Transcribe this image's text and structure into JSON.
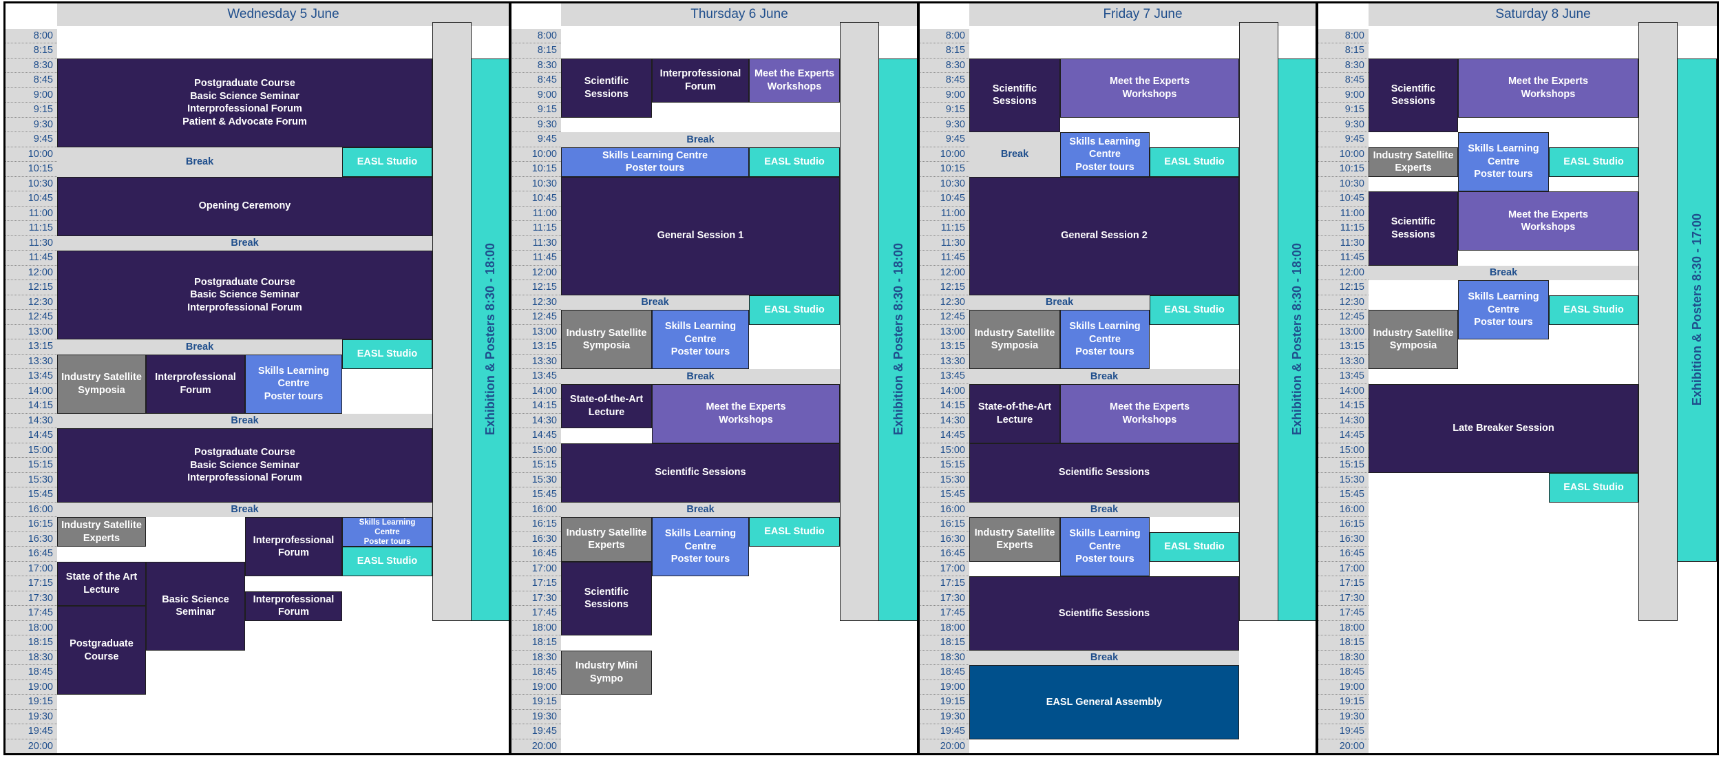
{
  "colors": {
    "dark_purple": "#311f57",
    "lavender": "#6e5fb5",
    "blue": "#5b7fe0",
    "teal": "#3ad9cd",
    "grey": "#7f7f7f",
    "light_grey": "#d9d9d9",
    "navy": "#00508c",
    "break_text": "#1f4e8c"
  },
  "time_labels": [
    "8:00",
    "8:15",
    "8:30",
    "8:45",
    "9:00",
    "9:15",
    "9:30",
    "9:45",
    "10:00",
    "10:15",
    "10:30",
    "10:45",
    "11:00",
    "11:15",
    "11:30",
    "11:45",
    "12:00",
    "12:15",
    "12:30",
    "12:45",
    "13:00",
    "13:15",
    "13:30",
    "13:45",
    "14:00",
    "14:15",
    "14:30",
    "14:45",
    "15:00",
    "15:15",
    "15:30",
    "15:45",
    "16:00",
    "16:15",
    "16:30",
    "16:45",
    "17:00",
    "17:15",
    "17:30",
    "17:45",
    "18:00",
    "18:15",
    "18:30",
    "18:45",
    "19:00",
    "19:15",
    "19:30",
    "19:45",
    "20:00"
  ],
  "days": [
    {
      "name": "Wednesday 5 June",
      "exhibition": "Exhibition & Posters 8:30 - 18:00",
      "events": [
        {
          "label": "Postgraduate Course\nBasic Science Seminar\nInterprofessional Forum\nPatient & Advocate Forum",
          "start": "8:30",
          "end": "10:00",
          "lane": 0,
          "span": 4,
          "type": "dark"
        },
        {
          "label": "Break",
          "start": "10:00",
          "end": "10:30",
          "lane": 0,
          "span": 3,
          "type": "break"
        },
        {
          "label": "EASL Studio",
          "start": "10:00",
          "end": "10:30",
          "lane": 3,
          "span": 1,
          "type": "teal"
        },
        {
          "label": "Opening Ceremony",
          "start": "10:30",
          "end": "11:30",
          "lane": 0,
          "span": 4,
          "type": "dark"
        },
        {
          "label": "Break",
          "start": "11:30",
          "end": "11:45",
          "lane": 0,
          "span": 4,
          "type": "break"
        },
        {
          "label": "Postgraduate Course\nBasic Science Seminar\nInterprofessional Forum",
          "start": "11:45",
          "end": "13:15",
          "lane": 0,
          "span": 4,
          "type": "dark"
        },
        {
          "label": "Break",
          "start": "13:15",
          "end": "13:30",
          "lane": 0,
          "span": 3,
          "type": "break"
        },
        {
          "label": "EASL Studio",
          "start": "13:15",
          "end": "13:45",
          "lane": 3,
          "span": 1,
          "type": "teal"
        },
        {
          "label": "Industry Satellite\nSymposia",
          "start": "13:30",
          "end": "14:30",
          "lane": 0,
          "span": 1,
          "type": "grey"
        },
        {
          "label": "Interprofessional\nForum",
          "start": "13:30",
          "end": "14:30",
          "lane": 1,
          "span": 1,
          "type": "dark"
        },
        {
          "label": "Skills Learning\nCentre\nPoster tours",
          "start": "13:30",
          "end": "14:30",
          "lane": 2,
          "span": 1,
          "type": "blue"
        },
        {
          "label": "Break",
          "start": "14:30",
          "end": "14:45",
          "lane": 0,
          "span": 4,
          "type": "break"
        },
        {
          "label": "Postgraduate Course\nBasic Science Seminar\nInterprofessional Forum",
          "start": "14:45",
          "end": "16:00",
          "lane": 0,
          "span": 4,
          "type": "dark"
        },
        {
          "label": "Break",
          "start": "16:00",
          "end": "16:15",
          "lane": 0,
          "span": 4,
          "type": "break"
        },
        {
          "label": "Industry Satellite\nExperts",
          "start": "16:15",
          "end": "16:45",
          "lane": 0,
          "span": 1,
          "type": "grey"
        },
        {
          "label": "Interprofessional\nForum",
          "start": "16:15",
          "end": "17:15",
          "lane": 2,
          "span": 1,
          "type": "dark"
        },
        {
          "label": "Skills Learning Centre\nPoster tours",
          "start": "16:15",
          "end": "16:45",
          "lane": 3,
          "span": 1,
          "type": "blue",
          "small": true
        },
        {
          "label": "EASL Studio",
          "start": "16:45",
          "end": "17:15",
          "lane": 3,
          "span": 1,
          "type": "teal"
        },
        {
          "label": "State of the Art\nLecture",
          "start": "17:00",
          "end": "17:45",
          "lane": 0,
          "span": 1,
          "type": "dark"
        },
        {
          "label": "Basic Science\nSeminar",
          "start": "17:00",
          "end": "18:30",
          "lane": 1,
          "span": 1,
          "type": "dark"
        },
        {
          "label": "Interprofessional\nForum",
          "start": "17:30",
          "end": "18:00",
          "lane": 2,
          "span": 1,
          "type": "dark"
        },
        {
          "label": "Postgraduate\nCourse",
          "start": "17:45",
          "end": "19:15",
          "lane": 0,
          "span": 1,
          "type": "dark"
        }
      ]
    },
    {
      "name": "Thursday 6 June",
      "exhibition": "Exhibition & Posters 8:30 - 18:00",
      "events": [
        {
          "label": "Scientific\nSessions",
          "start": "8:30",
          "end": "9:30",
          "lane": 0,
          "span": 1,
          "type": "dark"
        },
        {
          "label": "Interprofessional\nForum",
          "start": "8:30",
          "end": "9:15",
          "lane": 1,
          "span": 1,
          "type": "dark"
        },
        {
          "label": "Meet the Experts\nWorkshops",
          "start": "8:30",
          "end": "9:15",
          "lane": 2,
          "span": 1,
          "type": "lav"
        },
        {
          "label": "Break",
          "start": "9:45",
          "end": "10:00",
          "lane": 0,
          "span": 3,
          "type": "break"
        },
        {
          "label": "Skills Learning Centre\nPoster tours",
          "start": "10:00",
          "end": "10:30",
          "lane": 0,
          "span": 2,
          "type": "blue"
        },
        {
          "label": "EASL Studio",
          "start": "10:00",
          "end": "10:30",
          "lane": 2,
          "span": 1,
          "type": "teal"
        },
        {
          "label": "General Session 1",
          "start": "10:30",
          "end": "12:30",
          "lane": 0,
          "span": 3,
          "type": "dark"
        },
        {
          "label": "Break",
          "start": "12:30",
          "end": "12:45",
          "lane": 0,
          "span": 2,
          "type": "break"
        },
        {
          "label": "EASL Studio",
          "start": "12:30",
          "end": "13:00",
          "lane": 2,
          "span": 1,
          "type": "teal"
        },
        {
          "label": "Industry Satellite\nSymposia",
          "start": "12:45",
          "end": "13:45",
          "lane": 0,
          "span": 1,
          "type": "grey"
        },
        {
          "label": "Skills Learning\nCentre\nPoster tours",
          "start": "12:45",
          "end": "13:45",
          "lane": 1,
          "span": 1,
          "type": "blue"
        },
        {
          "label": "Break",
          "start": "13:45",
          "end": "14:00",
          "lane": 0,
          "span": 3,
          "type": "break"
        },
        {
          "label": "State-of-the-Art\nLecture",
          "start": "14:00",
          "end": "14:45",
          "lane": 0,
          "span": 1,
          "type": "dark"
        },
        {
          "label": "Meet the Experts\nWorkshops",
          "start": "14:00",
          "end": "15:00",
          "lane": 1,
          "span": 2,
          "type": "lav"
        },
        {
          "label": "Scientific Sessions",
          "start": "15:00",
          "end": "16:00",
          "lane": 0,
          "span": 3,
          "type": "dark"
        },
        {
          "label": "Break",
          "start": "16:00",
          "end": "16:15",
          "lane": 0,
          "span": 3,
          "type": "break"
        },
        {
          "label": "Industry Satellite\nExperts",
          "start": "16:15",
          "end": "17:00",
          "lane": 0,
          "span": 1,
          "type": "grey"
        },
        {
          "label": "Skills Learning\nCentre\nPoster tours",
          "start": "16:15",
          "end": "17:15",
          "lane": 1,
          "span": 1,
          "type": "blue"
        },
        {
          "label": "EASL Studio",
          "start": "16:15",
          "end": "16:45",
          "lane": 2,
          "span": 1,
          "type": "teal"
        },
        {
          "label": "Scientific\nSessions",
          "start": "17:00",
          "end": "18:15",
          "lane": 0,
          "span": 1,
          "type": "dark"
        },
        {
          "label": "Industry Mini\nSympo",
          "start": "18:30",
          "end": "19:15",
          "lane": 0,
          "span": 1,
          "type": "grey"
        }
      ]
    },
    {
      "name": "Friday 7 June",
      "exhibition": "Exhibition & Posters 8:30 - 18:00",
      "events": [
        {
          "label": "Scientific\nSessions",
          "start": "8:30",
          "end": "9:45",
          "lane": 0,
          "span": 1,
          "type": "dark"
        },
        {
          "label": "Meet the Experts\nWorkshops",
          "start": "8:30",
          "end": "9:30",
          "lane": 1,
          "span": 2,
          "type": "lav"
        },
        {
          "label": "Break",
          "start": "9:45",
          "end": "10:30",
          "lane": 0,
          "span": 1,
          "type": "break"
        },
        {
          "label": "Skills Learning\nCentre\nPoster tours",
          "start": "9:45",
          "end": "10:30",
          "lane": 1,
          "span": 1,
          "type": "blue"
        },
        {
          "label": "EASL Studio",
          "start": "10:00",
          "end": "10:30",
          "lane": 2,
          "span": 1,
          "type": "teal"
        },
        {
          "label": "General Session 2",
          "start": "10:30",
          "end": "12:30",
          "lane": 0,
          "span": 3,
          "type": "dark"
        },
        {
          "label": "Break",
          "start": "12:30",
          "end": "12:45",
          "lane": 0,
          "span": 2,
          "type": "break"
        },
        {
          "label": "EASL Studio",
          "start": "12:30",
          "end": "13:00",
          "lane": 2,
          "span": 1,
          "type": "teal"
        },
        {
          "label": "Industry Satellite\nSymposia",
          "start": "12:45",
          "end": "13:45",
          "lane": 0,
          "span": 1,
          "type": "grey"
        },
        {
          "label": "Skills Learning\nCentre\nPoster tours",
          "start": "12:45",
          "end": "13:45",
          "lane": 1,
          "span": 1,
          "type": "blue"
        },
        {
          "label": "Break",
          "start": "13:45",
          "end": "14:00",
          "lane": 0,
          "span": 3,
          "type": "break"
        },
        {
          "label": "State-of-the-Art\nLecture",
          "start": "14:00",
          "end": "15:00",
          "lane": 0,
          "span": 1,
          "type": "dark"
        },
        {
          "label": "Meet the Experts\nWorkshops",
          "start": "14:00",
          "end": "15:00",
          "lane": 1,
          "span": 2,
          "type": "lav"
        },
        {
          "label": "Scientific Sessions",
          "start": "15:00",
          "end": "16:00",
          "lane": 0,
          "span": 3,
          "type": "dark"
        },
        {
          "label": "Break",
          "start": "16:00",
          "end": "16:15",
          "lane": 0,
          "span": 3,
          "type": "break"
        },
        {
          "label": "Industry Satellite\nExperts",
          "start": "16:15",
          "end": "17:00",
          "lane": 0,
          "span": 1,
          "type": "grey"
        },
        {
          "label": "Skills Learning\nCentre\nPoster tours",
          "start": "16:15",
          "end": "17:15",
          "lane": 1,
          "span": 1,
          "type": "blue"
        },
        {
          "label": "EASL Studio",
          "start": "16:30",
          "end": "17:00",
          "lane": 2,
          "span": 1,
          "type": "teal"
        },
        {
          "label": "Scientific Sessions",
          "start": "17:15",
          "end": "18:30",
          "lane": 0,
          "span": 3,
          "type": "dark"
        },
        {
          "label": "Break",
          "start": "18:30",
          "end": "18:45",
          "lane": 0,
          "span": 3,
          "type": "break"
        },
        {
          "label": "EASL General Assembly",
          "start": "18:45",
          "end": "20:15",
          "lane": 0,
          "span": 3,
          "type": "navy"
        }
      ]
    },
    {
      "name": "Saturday 8 June",
      "exhibition": "Exhibition & Posters 8:30 - 17:00",
      "events": [
        {
          "label": "Scientific\nSessions",
          "start": "8:30",
          "end": "9:45",
          "lane": 0,
          "span": 1,
          "type": "dark"
        },
        {
          "label": "Meet the Experts\nWorkshops",
          "start": "8:30",
          "end": "9:30",
          "lane": 1,
          "span": 2,
          "type": "lav"
        },
        {
          "label": "Industry Satellite\nExperts",
          "start": "10:00",
          "end": "10:30",
          "lane": 0,
          "span": 1,
          "type": "grey"
        },
        {
          "label": "Skills Learning\nCentre\nPoster tours",
          "start": "9:45",
          "end": "10:45",
          "lane": 1,
          "span": 1,
          "type": "blue"
        },
        {
          "label": "EASL Studio",
          "start": "10:00",
          "end": "10:30",
          "lane": 2,
          "span": 1,
          "type": "teal"
        },
        {
          "label": "Scientific\nSessions",
          "start": "10:45",
          "end": "12:00",
          "lane": 0,
          "span": 1,
          "type": "dark"
        },
        {
          "label": "Meet the Experts\nWorkshops",
          "start": "10:45",
          "end": "11:45",
          "lane": 1,
          "span": 2,
          "type": "lav"
        },
        {
          "label": "Break",
          "start": "12:00",
          "end": "12:15",
          "lane": 0,
          "span": 3,
          "type": "break"
        },
        {
          "label": "Skills Learning\nCentre\nPoster tours",
          "start": "12:15",
          "end": "13:15",
          "lane": 1,
          "span": 1,
          "type": "blue"
        },
        {
          "label": "EASL Studio",
          "start": "12:30",
          "end": "13:00",
          "lane": 2,
          "span": 1,
          "type": "teal"
        },
        {
          "label": "Industry Satellite\nSymposia",
          "start": "12:45",
          "end": "13:45",
          "lane": 0,
          "span": 1,
          "type": "grey"
        },
        {
          "label": "Late Breaker Session",
          "start": "14:00",
          "end": "15:30",
          "lane": 0,
          "span": 3,
          "type": "dark"
        },
        {
          "label": "EASL Studio",
          "start": "15:30",
          "end": "16:00",
          "lane": 2,
          "span": 1,
          "type": "teal"
        }
      ]
    }
  ]
}
